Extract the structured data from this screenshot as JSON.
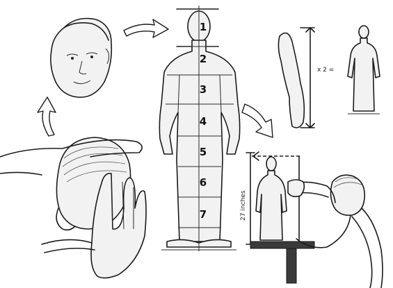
{
  "figure": {
    "segments": [
      "1",
      "2",
      "3",
      "4",
      "5",
      "6",
      "7"
    ],
    "arm_multiplier_label": "x 2 =",
    "height_label": "27 inches"
  },
  "colors": {
    "ink": "#1a1a1a",
    "figure_fill": "#f2f2f2",
    "background": "#ffffff"
  },
  "icons": [
    "curved-arrow-icon",
    "hand-icon",
    "head-icon"
  ]
}
